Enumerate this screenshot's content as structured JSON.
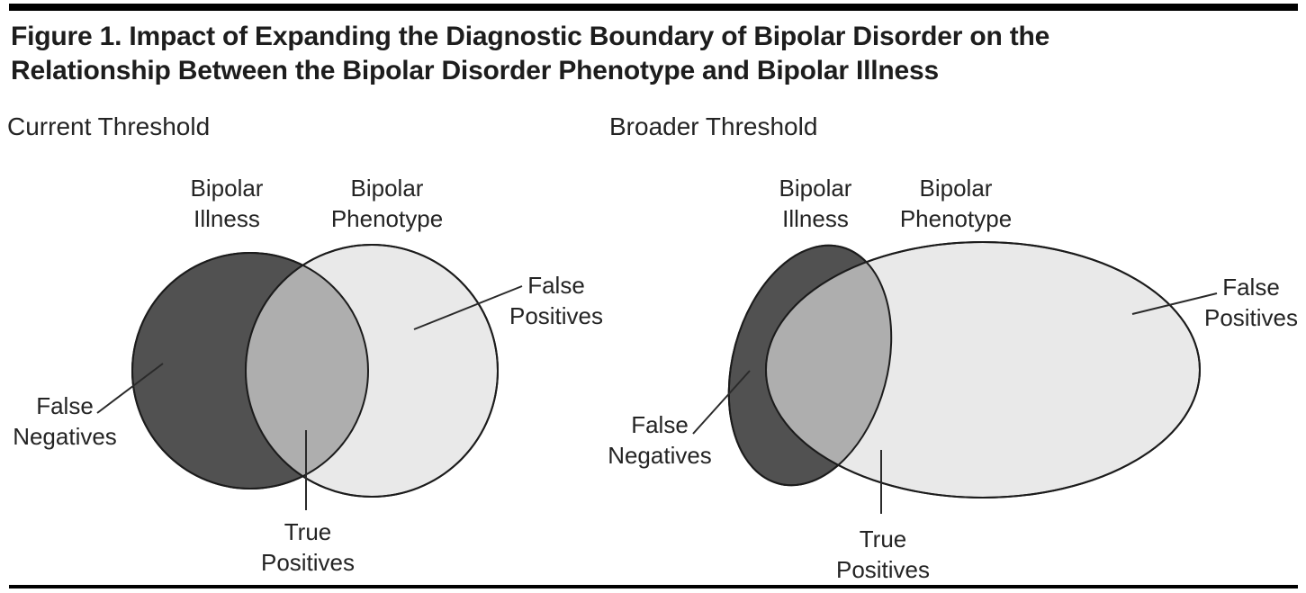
{
  "figure": {
    "title_line1": "Figure 1. Impact of Expanding the Diagnostic Boundary of Bipolar Disorder on the",
    "title_line2": "Relationship Between the Bipolar Disorder Phenotype and Bipolar Illness"
  },
  "colors": {
    "illness_fill": "#515151",
    "phenotype_fill": "#e9e9e9",
    "overlap_fill": "#aeaeae",
    "outline": "#1c1c1c",
    "text": "#1f1f1f"
  },
  "panels": {
    "left": {
      "heading": "Current Threshold",
      "illness_set_label": "Bipolar\nIllness",
      "phenotype_set_label": "Bipolar\nPhenotype",
      "false_negatives_label": "False\nNegatives",
      "false_positives_label": "False\nPositives",
      "true_positives_label": "True\nPositives"
    },
    "right": {
      "heading": "Broader Threshold",
      "illness_set_label": "Bipolar\nIllness",
      "phenotype_set_label": "Bipolar\nPhenotype",
      "false_negatives_label": "False\nNegatives",
      "false_positives_label": "False\nPositives",
      "true_positives_label": "True\nPositives"
    }
  }
}
